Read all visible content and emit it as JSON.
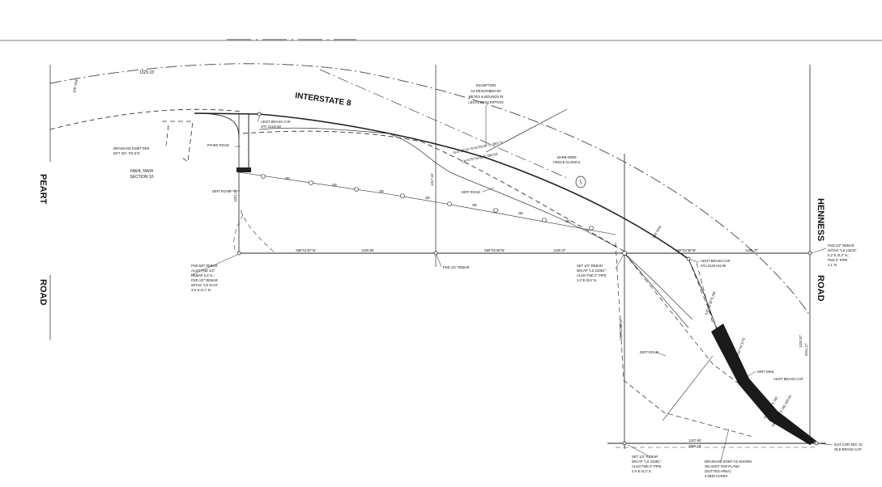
{
  "roads": {
    "interstate": "INTERSTATE 8",
    "west_1": "PEART",
    "west_2": "ROAD",
    "east_1": "HENNESS",
    "east_2": "ROAD"
  },
  "labels": {
    "exception": [
      "EXCEPTION",
      "AS DESCRIBED BY",
      "METES & BOUNDS IN",
      "LEGAL DESCRIPTION"
    ],
    "adot_cap_top": [
      "ADOT BRASS CAP",
      "STA 3115+20"
    ],
    "paved_road": "PAVED ROAD",
    "drainage_esmt": [
      "DRAINAGE ESMT PER",
      "DKT 327, PG 571"
    ],
    "section": [
      "NW/4, NW/4",
      "SECTION 10"
    ],
    "dirt_road_1": "DIRT ROAD",
    "dirt_road_2": "DIRT ROAD",
    "dirt_road_3": "DIRT ROAD",
    "barb_wire": [
      "BARB-WIRE",
      "FENCE ALONG ℄"
    ],
    "curve": [
      "Δ=3°48'19\" R=5729.58' L=380.71'",
      "Ch=S75°53'41\"E 380.64'"
    ],
    "fnd_rebar_w": [
      "FND 5/8\" REBAR",
      "ALSO FND 1/2\"",
      "REBAR 5.3' N.;",
      "FND 1/2\" REBAR",
      "W/TAG \"LS 5713\"",
      "3.5' E./2.7' N."
    ],
    "fnd_half_rebar": "FND 1/2\" REBAR",
    "set_rebar_mid": [
      "SET 1/2\" REBAR",
      "W/CAP \"LS 21081\";",
      "ALSO FND 2\" PIPE",
      "1.0' E./0.6' N."
    ],
    "adot_cap_mid": [
      "ADOT BRASS CAP",
      "STA 3140+04.86"
    ],
    "fnd_rebar_e": [
      "FND 1/2\" REBAR",
      "W/TAG \"LS 13433\"",
      "0.2' E./0.3' N.;",
      "FND 2\" PIPE",
      "1.1' N."
    ],
    "dirt_dike": "DIRT DIKE",
    "adot_cap_low": "ADOT BRASS CAP",
    "set_rebar_s": [
      "SET 1/2\" REBAR",
      "W/CAP \"LS 21081\";",
      "ALSO FND 2\" PIPE",
      "2.5' E./4.3' S."
    ],
    "drainage_esmt_s": [
      "DRAINAGE ESMT AS SHOWN",
      "ON ADOT R/W PLANS",
      "(DOTTED AREA)",
      "2.0530 ACRES"
    ],
    "corner_se": [
      "E1/4 COR SEC 10",
      "OLD BRASS CAP"
    ]
  },
  "bearings": {
    "top_dist": "1325.15'",
    "west_line": "S89°51'57\"W",
    "west_dist": "1325.90'",
    "mid_line": "S89°52'36\"W",
    "mid_dist": "1328.37'",
    "east_line": "S89°52'36\"W",
    "east_dist": "1328.37'",
    "south_dist_1": "1327.90'",
    "south_dist_2": "2650.16'",
    "west_vert": "1321.16'",
    "mid_vert": "1317.16'",
    "east_vert": "2641.17'",
    "east_vert2": "1320.57'",
    "diag1": "S35°02'26\"E (M)",
    "diag2": "S32°41'13\"E",
    "diag3": "S39°14'39\"E (M)",
    "diag4": "S44°57'26\"E (M)  326.81'",
    "rw_1": "300' R/W",
    "rw_2": "300' R/W",
    "lsr": "LS",
    "n_label": "N00°02'08\"W"
  },
  "icon_names": [
    "survey-monument-icon",
    "fence-post-icon",
    "north-arrow-icon"
  ]
}
